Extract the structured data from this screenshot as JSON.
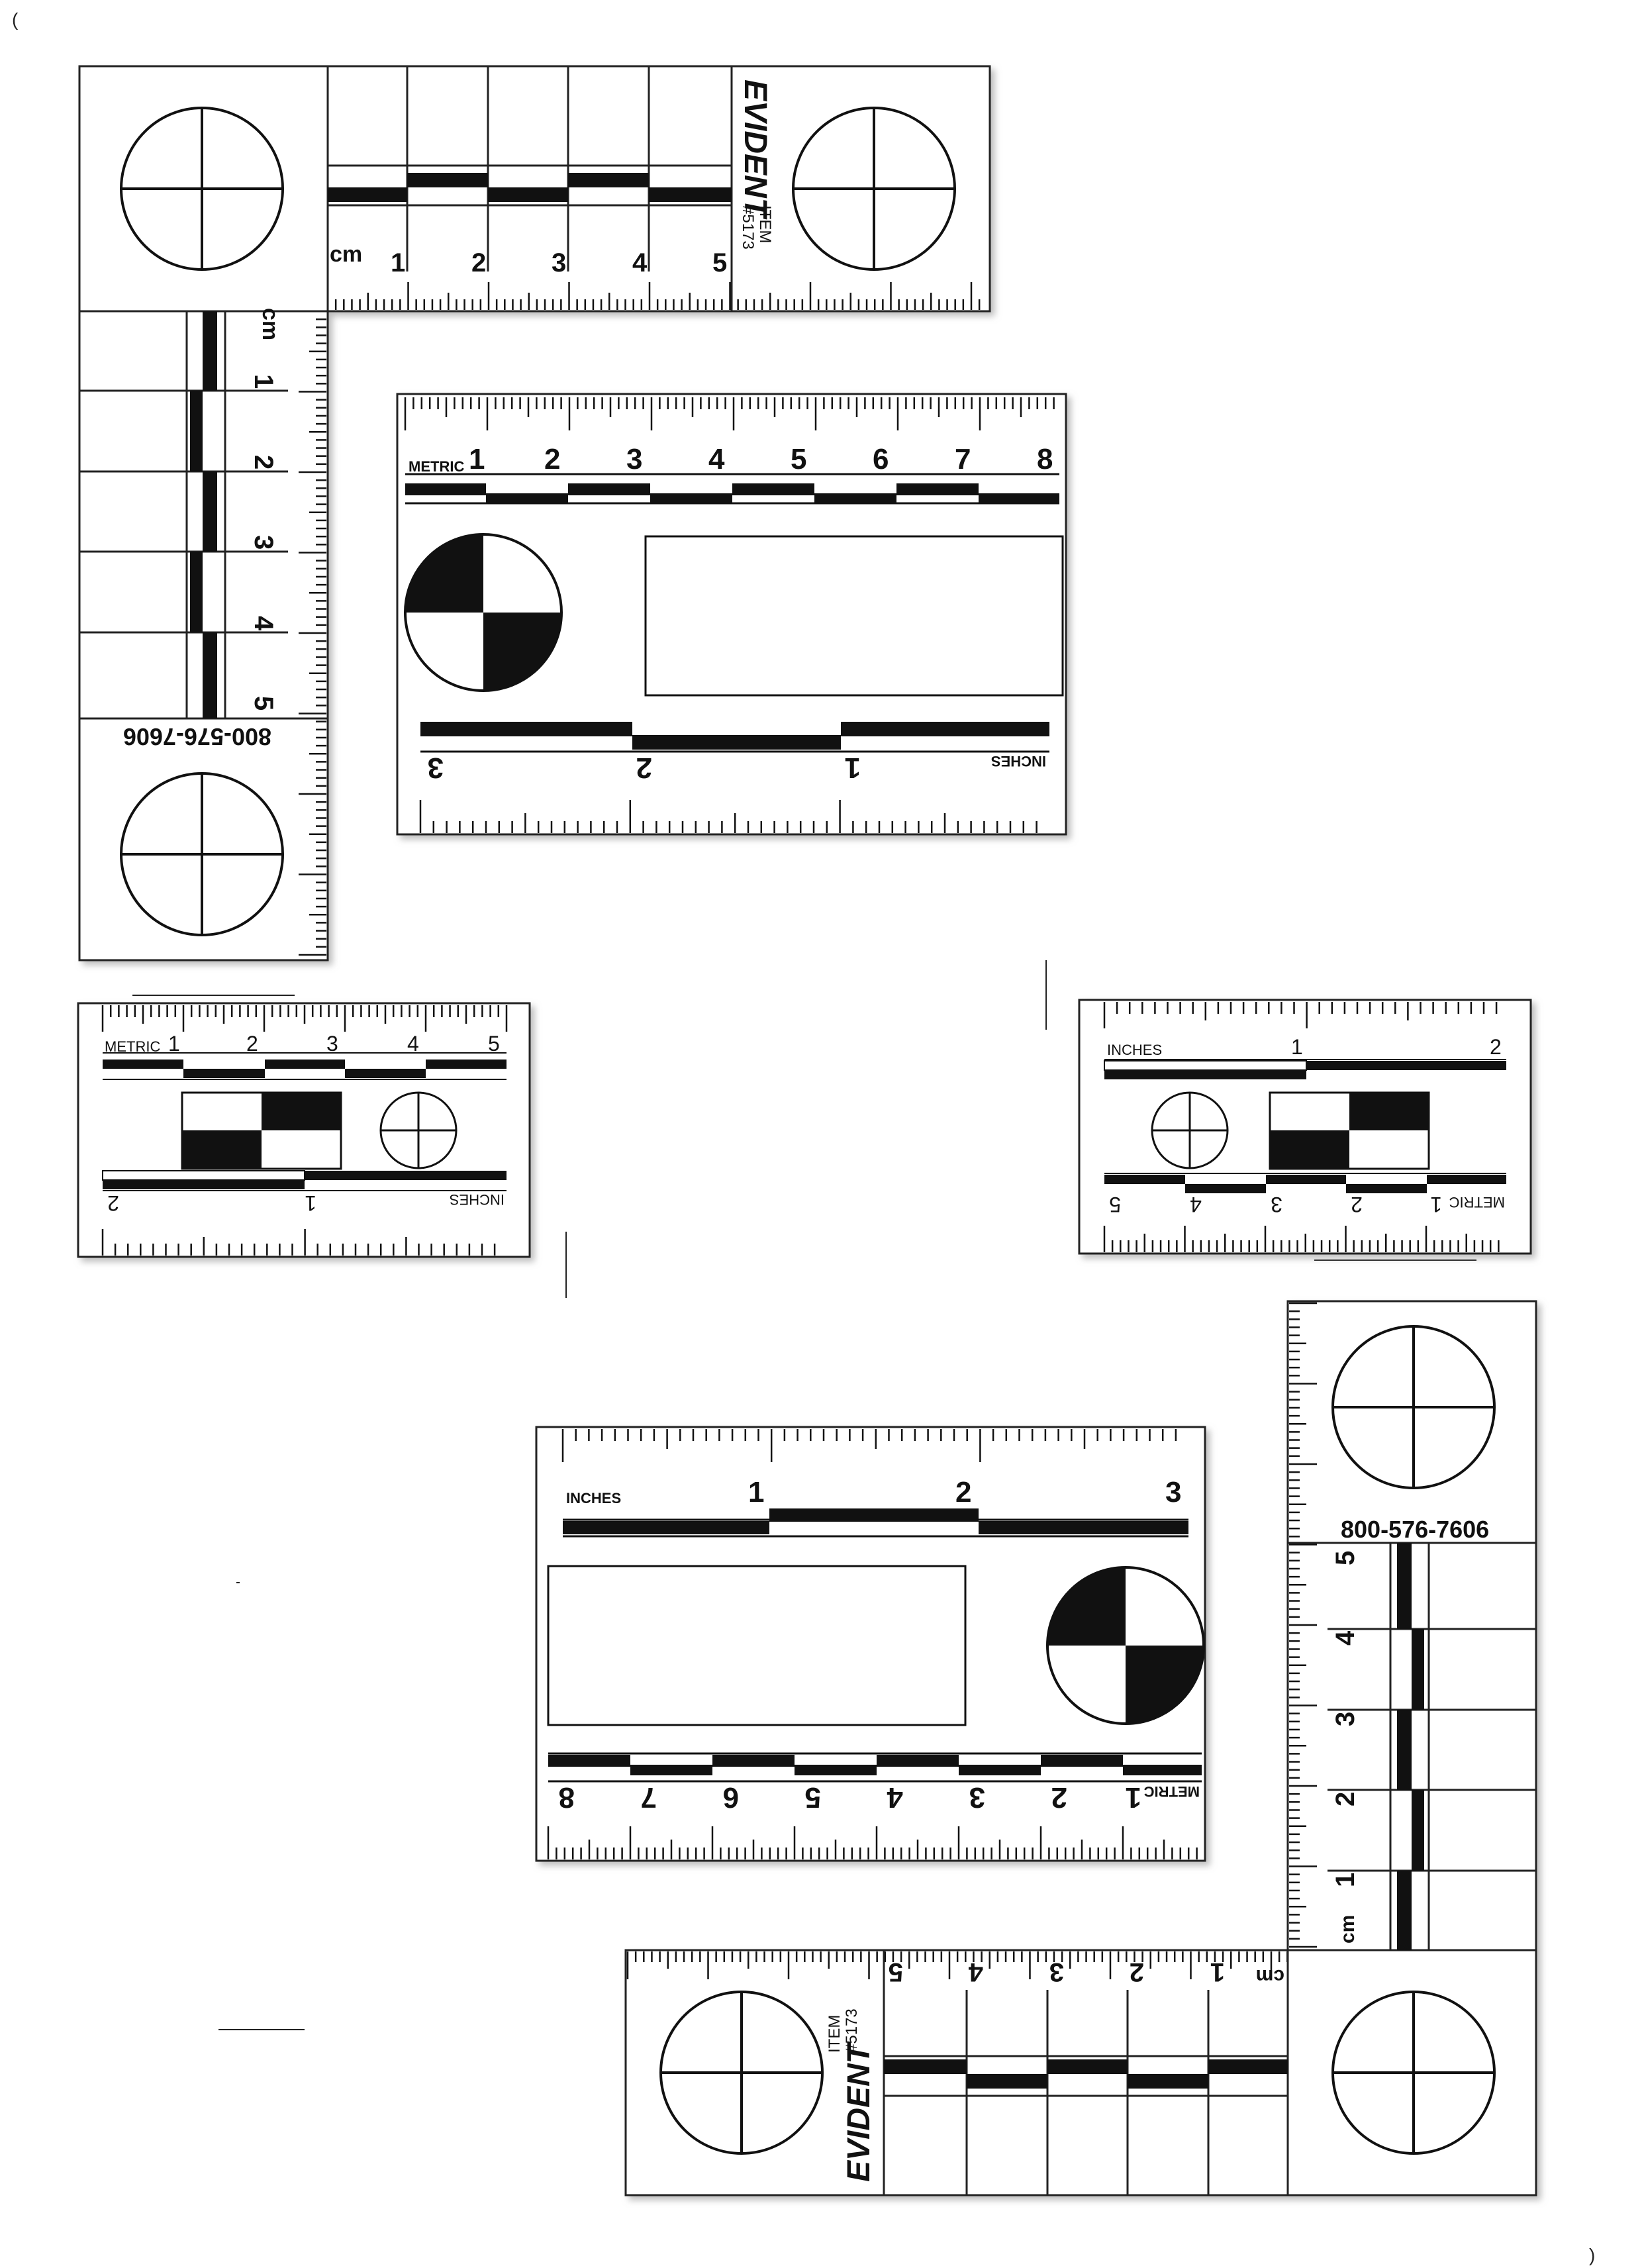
{
  "page": {
    "top_left_mark": "(",
    "bottom_right_mark": ")"
  },
  "colors": {
    "ink": "#111111",
    "paper": "#ffffff",
    "shadow": "#9a9a9a"
  },
  "l_scale_top": {
    "brand": "EVIDENT",
    "item_label": "ITEM",
    "item_number": "#5173",
    "unit": "cm",
    "numbers": [
      "1",
      "2",
      "3",
      "4",
      "5"
    ],
    "phone": "800-576-7606",
    "icons": [
      "crosshair-circle-icon",
      "crosshair-circle-icon",
      "crosshair-circle-icon"
    ]
  },
  "card_8cm_top": {
    "metric_label": "METRIC",
    "metric_numbers": [
      "1",
      "2",
      "3",
      "4",
      "5",
      "6",
      "7",
      "8"
    ],
    "inch_label": "INCHES",
    "inch_numbers": [
      "1",
      "2",
      "3"
    ],
    "icon": "quadrant-target-icon"
  },
  "card_5cm_left": {
    "metric_label": "METRIC",
    "metric_numbers": [
      "1",
      "2",
      "3",
      "4",
      "5"
    ],
    "inch_label": "INCHES",
    "inch_numbers": [
      "1",
      "2"
    ],
    "icons": [
      "checker-pattern-icon",
      "crosshair-circle-icon"
    ]
  },
  "card_5cm_right": {
    "inch_label": "INCHES",
    "inch_numbers": [
      "1",
      "2"
    ],
    "metric_label": "METRIC",
    "metric_numbers": [
      "1",
      "2",
      "3",
      "4",
      "5"
    ],
    "icons": [
      "crosshair-circle-icon",
      "checker-pattern-icon"
    ]
  },
  "card_8cm_bottom": {
    "inch_label": "INCHES",
    "inch_numbers": [
      "1",
      "2",
      "3"
    ],
    "metric_label": "METRIC",
    "metric_numbers": [
      "1",
      "2",
      "3",
      "4",
      "5",
      "6",
      "7",
      "8"
    ],
    "icon": "quadrant-target-icon"
  },
  "l_scale_bottom": {
    "brand": "EVIDENT",
    "item_label": "ITEM",
    "item_number": "#5173",
    "unit": "cm",
    "numbers": [
      "1",
      "2",
      "3",
      "4",
      "5"
    ],
    "phone": "800-576-7606",
    "icons": [
      "crosshair-circle-icon",
      "crosshair-circle-icon",
      "crosshair-circle-icon"
    ]
  }
}
